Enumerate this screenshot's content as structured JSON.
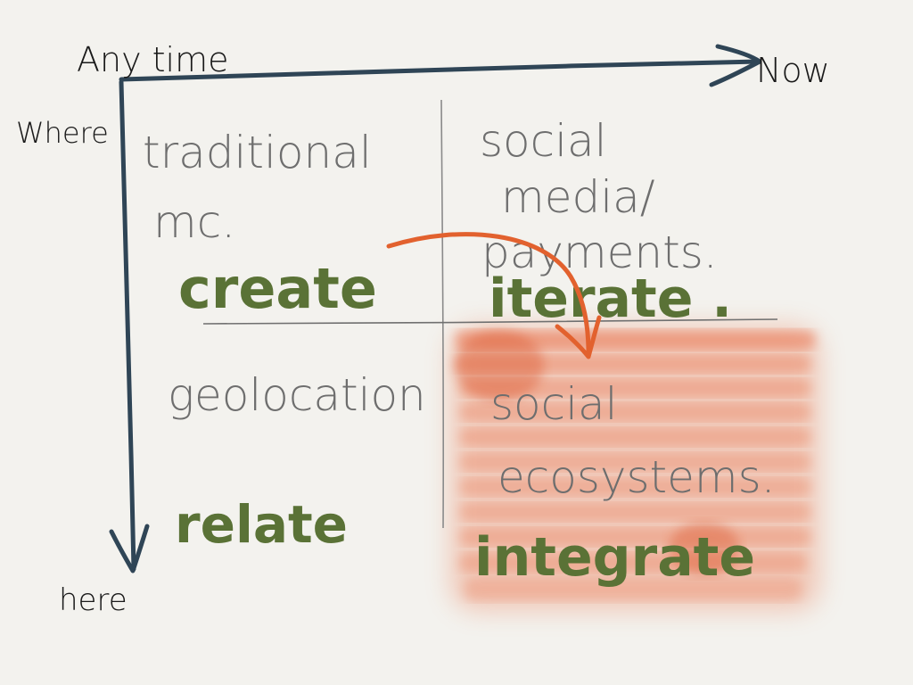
{
  "axes": {
    "top_left": "Any time",
    "top_right": "Now",
    "left_top": "Where",
    "left_bottom": "here"
  },
  "quadrants": {
    "top_left": {
      "line1": "traditional",
      "line2": "mc.",
      "verb": "create"
    },
    "top_right": {
      "line1": "social",
      "line2": "media/",
      "line3": "payments.",
      "verb": "iterate ."
    },
    "bottom_left": {
      "line1": "geolocation",
      "verb": "relate"
    },
    "bottom_right": {
      "line1": "social",
      "line2": "ecosystems.",
      "verb": "integrate"
    }
  },
  "colors": {
    "background": "#f3f2ee",
    "axis": "#2f4556",
    "grid": "#707070",
    "verb": "#5a7236",
    "highlight": "#e5663a",
    "arrow": "#e2612e"
  }
}
